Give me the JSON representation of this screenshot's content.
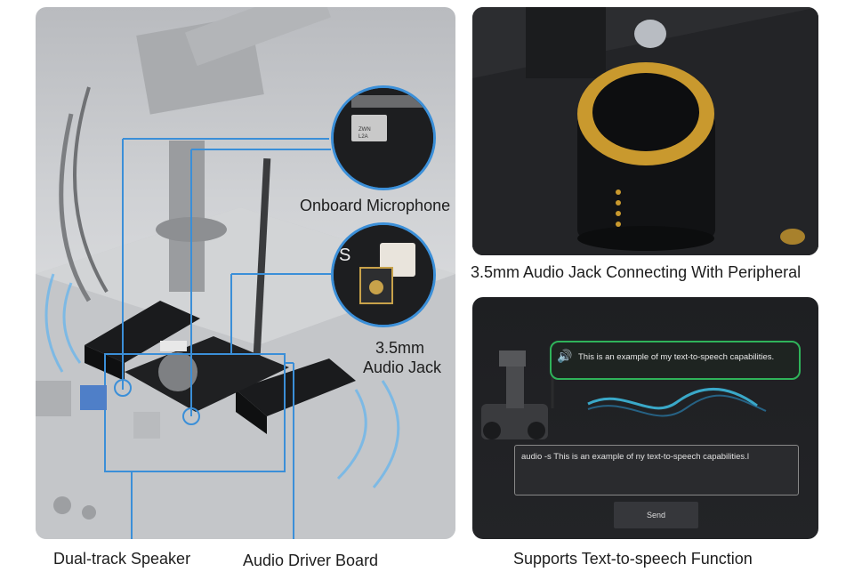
{
  "callouts": {
    "microphone": "Onboard Microphone",
    "jack_line1": "3.5mm",
    "jack_line2": "Audio Jack",
    "speaker": "Dual-track Speaker",
    "driver_board": "Audio Driver Board"
  },
  "captions": {
    "top_right": "3.5mm Audio Jack Connecting With Peripheral",
    "bottom_right": "Supports Text-to-speech Function"
  },
  "tts": {
    "bubble_text": "This is an example of my text-to-speech capabilities.",
    "command_text": "audio -s This is an example of ny text-to-speech capabilities.l",
    "send_label": "Send"
  },
  "mic_chip_text": "ZWN\nL2A",
  "colors": {
    "callout_blue": "#3b8fd8",
    "bubble_green": "#2fb35a",
    "speaker_gold": "#c9992e"
  }
}
